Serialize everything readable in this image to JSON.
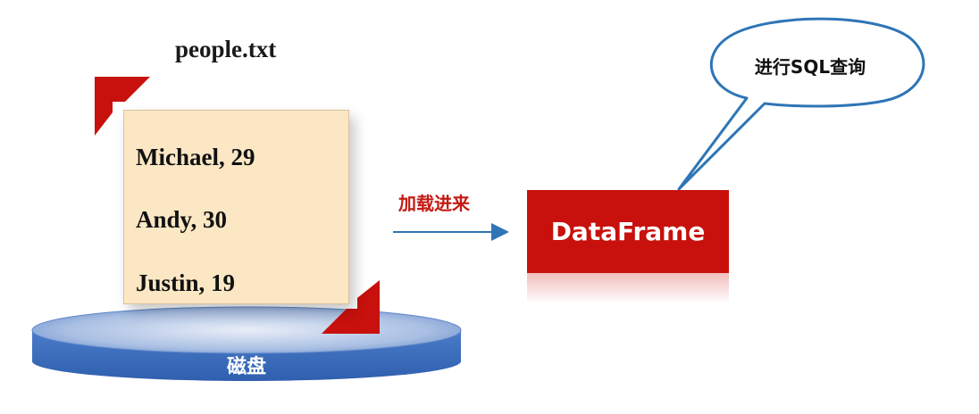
{
  "file": {
    "title": "people.txt",
    "lines": [
      "Michael, 29",
      "Andy, 30",
      "Justin, 19"
    ]
  },
  "storage": {
    "label": "磁盘"
  },
  "arrow": {
    "label": "加载进来"
  },
  "dataframe": {
    "label": "DataFrame"
  },
  "callout": {
    "text": "进行SQL查询"
  },
  "colors": {
    "accent_red": "#c8110c",
    "disk_blue": "#3f72c2",
    "note_fill": "#fbe7c4",
    "arrow_blue": "#2e75b6",
    "bubble_stroke": "#2e75b6"
  }
}
